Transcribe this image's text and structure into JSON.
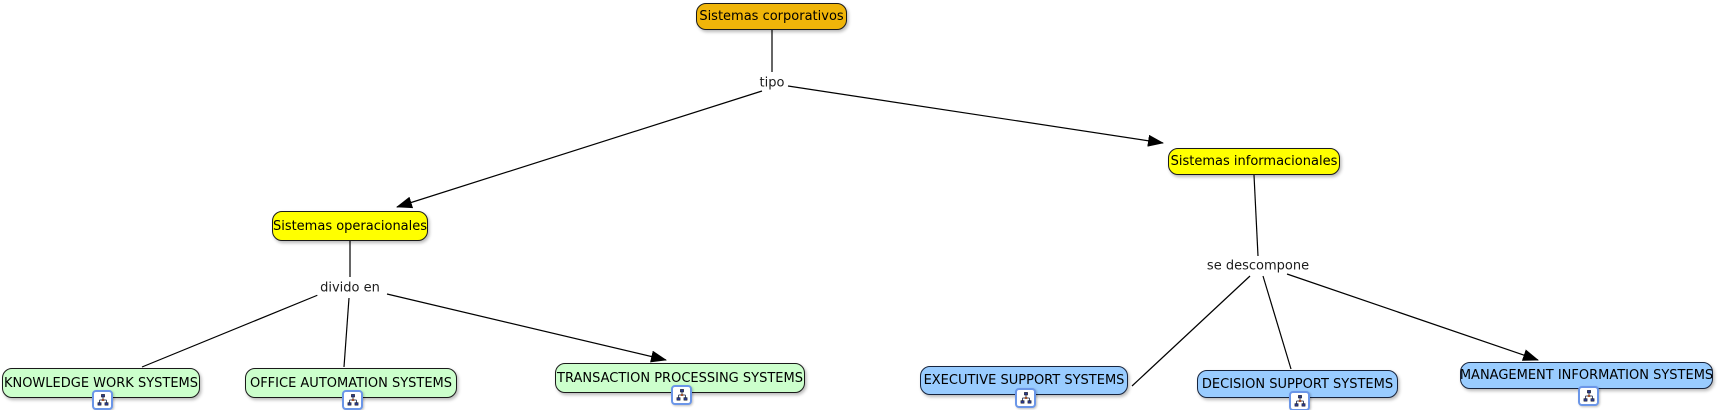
{
  "map": {
    "title": "Sistemas corporativos concept map",
    "background": "#FFFFFF",
    "nodes": [
      {
        "id": "sistemas-corporativos",
        "label": "Sistemas corporativos",
        "style": "root"
      },
      {
        "id": "sistemas-operacionales",
        "label": "Sistemas operacionales",
        "style": "branch"
      },
      {
        "id": "sistemas-informacionales",
        "label": "Sistemas informacionales",
        "style": "branch"
      },
      {
        "id": "knowledge-work-systems",
        "label": "KNOWLEDGE WORK SYSTEMS",
        "style": "leaf-green",
        "resource_icon": true
      },
      {
        "id": "office-automation-systems",
        "label": "OFFICE AUTOMATION SYSTEMS",
        "style": "leaf-green",
        "resource_icon": true
      },
      {
        "id": "transaction-processing-systems",
        "label": "TRANSACTION PROCESSING SYSTEMS",
        "style": "leaf-green",
        "resource_icon": true
      },
      {
        "id": "executive-support-systems",
        "label": "EXECUTIVE SUPPORT SYSTEMS",
        "style": "leaf-blue",
        "resource_icon": true
      },
      {
        "id": "decision-support-systems",
        "label": "DECISION SUPPORT SYSTEMS",
        "style": "leaf-blue",
        "resource_icon": true
      },
      {
        "id": "management-information-systems",
        "label": "MANAGEMENT INFORMATION SYSTEMS",
        "style": "leaf-blue",
        "resource_icon": true
      }
    ],
    "linking_phrases": [
      {
        "id": "tipo",
        "label": "tipo"
      },
      {
        "id": "divido-en",
        "label": "divido en"
      },
      {
        "id": "se-descompone",
        "label": "se descompone"
      }
    ],
    "edges": [
      {
        "from": "sistemas-corporativos",
        "to": "tipo",
        "arrow": false
      },
      {
        "from": "tipo",
        "to": "sistemas-operacionales",
        "arrow": true
      },
      {
        "from": "tipo",
        "to": "sistemas-informacionales",
        "arrow": true
      },
      {
        "from": "sistemas-operacionales",
        "to": "divido-en",
        "arrow": false
      },
      {
        "from": "divido-en",
        "to": "knowledge-work-systems",
        "arrow": false
      },
      {
        "from": "divido-en",
        "to": "office-automation-systems",
        "arrow": false
      },
      {
        "from": "divido-en",
        "to": "transaction-processing-systems",
        "arrow": true
      },
      {
        "from": "sistemas-informacionales",
        "to": "se-descompone",
        "arrow": false
      },
      {
        "from": "se-descompone",
        "to": "executive-support-systems",
        "arrow": false
      },
      {
        "from": "se-descompone",
        "to": "decision-support-systems",
        "arrow": false
      },
      {
        "from": "se-descompone",
        "to": "management-information-systems",
        "arrow": true
      }
    ],
    "colors": {
      "root_fill": "#F0B509",
      "branch_fill": "#FFFF00",
      "leaf_green_fill": "#CCFFCC",
      "leaf_blue_fill": "#99CCFF",
      "node_border": "#1A1A1A",
      "line": "#000000",
      "resource_icon_border": "#6B96E8"
    },
    "icons": {
      "resource": "concept-map-resource-icon"
    }
  }
}
